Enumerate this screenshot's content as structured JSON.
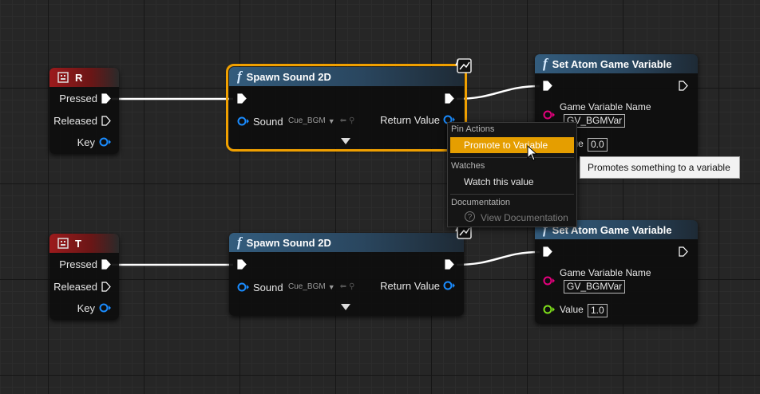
{
  "colors": {
    "exec": "#ffffff",
    "object_pin": "#1a8cff",
    "string_pin": "#e6007e",
    "float_pin": "#7fe01b",
    "selection": "#f0a000",
    "menu_highlight": "#e59e00"
  },
  "icons": [
    "keyboard-key-icon",
    "function-icon",
    "exec-pin-icon",
    "object-pin-icon",
    "string-pin-icon",
    "float-pin-icon",
    "graph-icon",
    "help-icon",
    "mouse-cursor-icon",
    "expand-arrow-icon"
  ],
  "event_r": {
    "title": "R",
    "pressed": "Pressed",
    "released": "Released",
    "key": "Key"
  },
  "event_t": {
    "title": "T",
    "pressed": "Pressed",
    "released": "Released",
    "key": "Key"
  },
  "spawn_1": {
    "title": "Spawn Sound 2D",
    "sound_label": "Sound",
    "sound_value": "Cue_BGM",
    "return_label": "Return Value"
  },
  "spawn_2": {
    "title": "Spawn Sound 2D",
    "sound_label": "Sound",
    "sound_value": "Cue_BGM",
    "return_label": "Return Value"
  },
  "set_1": {
    "title": "Set Atom Game Variable",
    "name_label": "Game Variable Name",
    "name_value": "GV_BGMVar",
    "value_label": "Value",
    "value_value": "0.0"
  },
  "set_2": {
    "title": "Set Atom Game Variable",
    "name_label": "Game Variable Name",
    "name_value": "GV_BGMVar",
    "value_label": "Value",
    "value_value": "1.0"
  },
  "context_menu": {
    "pin_actions": "Pin Actions",
    "promote": "Promote to Variable",
    "watches": "Watches",
    "watch": "Watch this value",
    "documentation": "Documentation",
    "view_doc": "View Documentation"
  },
  "tooltip": "Promotes something to a variable"
}
